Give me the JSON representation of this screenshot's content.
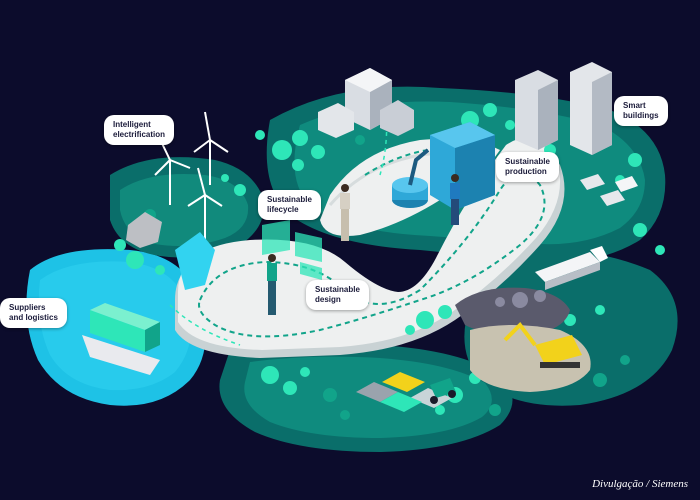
{
  "labels": {
    "intelligent_electrification": "Intelligent\nelectrification",
    "smart_buildings": "Smart\nbuildings",
    "sustainable_production": "Sustainable\nproduction",
    "sustainable_lifecycle": "Sustainable\nlifecycle",
    "sustainable_design": "Sustainable\ndesign",
    "suppliers_logistics": "Suppliers\nand logistics"
  },
  "credit": "Divulgação / Siemens",
  "colors": {
    "background": "#0c0c2c",
    "teal_dark": "#0a6e6a",
    "teal": "#11a48a",
    "mint": "#2ee6b8",
    "water": "#1ec2e6",
    "platform": "#eef0f0"
  }
}
